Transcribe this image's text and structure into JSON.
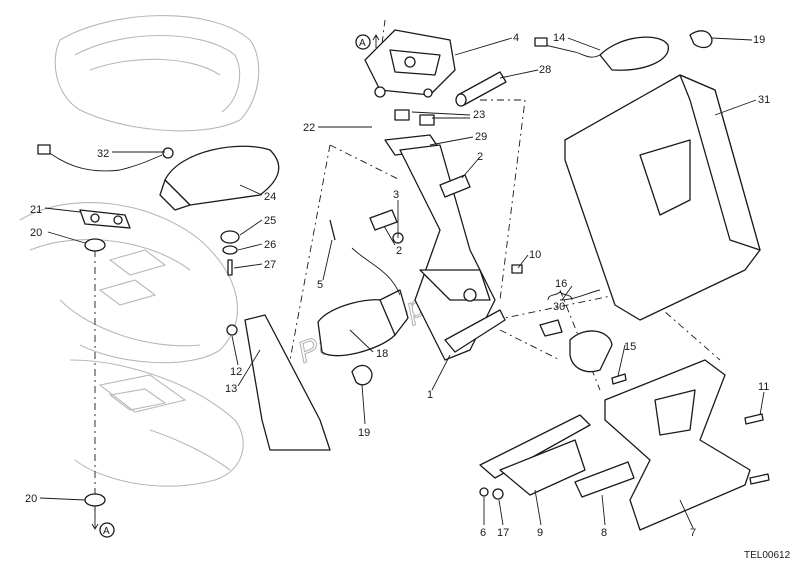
{
  "diagram_ref": "TEL00612",
  "watermark": "Parts Republik",
  "callouts": [
    {
      "id": "c4",
      "text": "4"
    },
    {
      "id": "c28",
      "text": "28"
    },
    {
      "id": "c14",
      "text": "14"
    },
    {
      "id": "c19a",
      "text": "19"
    },
    {
      "id": "c31",
      "text": "31"
    },
    {
      "id": "c22",
      "text": "22"
    },
    {
      "id": "c23",
      "text": "23"
    },
    {
      "id": "c29",
      "text": "29"
    },
    {
      "id": "c2a",
      "text": "2"
    },
    {
      "id": "c3",
      "text": "3"
    },
    {
      "id": "c2b",
      "text": "2"
    },
    {
      "id": "c5",
      "text": "5"
    },
    {
      "id": "c10",
      "text": "10"
    },
    {
      "id": "c16",
      "text": "16"
    },
    {
      "id": "c30",
      "text": "30"
    },
    {
      "id": "c15",
      "text": "15"
    },
    {
      "id": "c11",
      "text": "11"
    },
    {
      "id": "c32",
      "text": "32"
    },
    {
      "id": "c24",
      "text": "24"
    },
    {
      "id": "c21",
      "text": "21"
    },
    {
      "id": "c20a",
      "text": "20"
    },
    {
      "id": "c25",
      "text": "25"
    },
    {
      "id": "c26",
      "text": "26"
    },
    {
      "id": "c27",
      "text": "27"
    },
    {
      "id": "c12",
      "text": "12"
    },
    {
      "id": "c13",
      "text": "13"
    },
    {
      "id": "c18",
      "text": "18"
    },
    {
      "id": "c1",
      "text": "1"
    },
    {
      "id": "c19b",
      "text": "19"
    },
    {
      "id": "c20b",
      "text": "20"
    },
    {
      "id": "c6",
      "text": "6"
    },
    {
      "id": "c17",
      "text": "17"
    },
    {
      "id": "c9",
      "text": "9"
    },
    {
      "id": "c8",
      "text": "8"
    },
    {
      "id": "c7",
      "text": "7"
    }
  ],
  "reference_marks": [
    {
      "id": "A-top",
      "text": "A"
    },
    {
      "id": "A-bottom",
      "text": "A"
    }
  ]
}
